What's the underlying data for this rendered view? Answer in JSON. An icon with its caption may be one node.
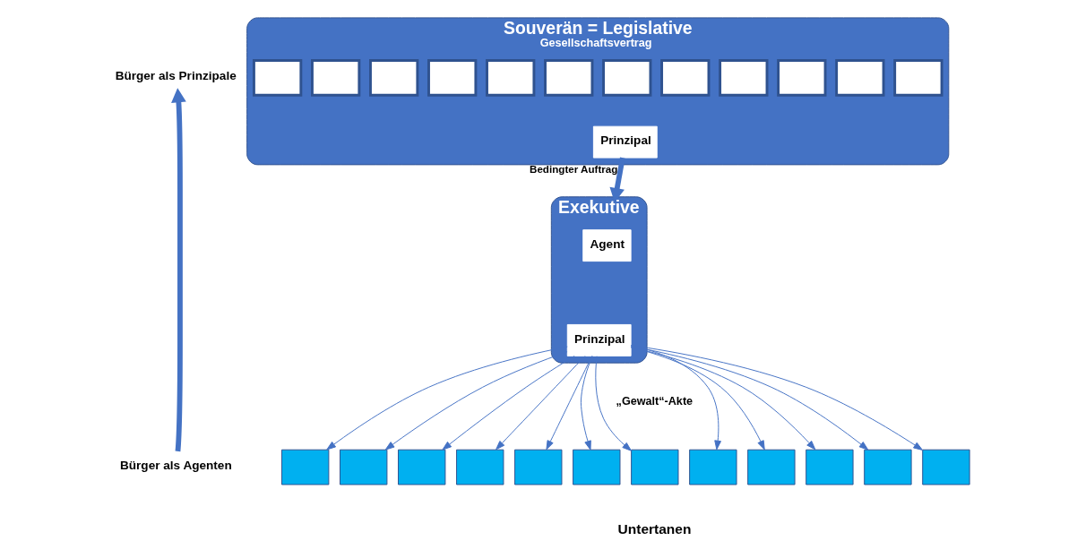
{
  "diagram": {
    "nodes": [
      {
        "text": [
          "Souverän = Legislative",
          "Gesellschaftsvertrag"
        ]
      },
      {
        "text": [],
        "shape": "box",
        "in": 0
      },
      {
        "text": [],
        "shape": "box",
        "in": 0
      },
      {
        "text": [],
        "shape": "box",
        "in": 0
      },
      {
        "text": [],
        "shape": "box",
        "in": 0
      },
      {
        "text": [],
        "shape": "box",
        "in": 0
      },
      {
        "text": [],
        "shape": "box",
        "in": 0
      },
      {
        "text": [],
        "shape": "box",
        "in": 0
      },
      {
        "text": [],
        "shape": "box",
        "in": 0
      },
      {
        "text": [],
        "shape": "box",
        "in": 0
      },
      {
        "text": [],
        "shape": "box",
        "in": 0
      },
      {
        "text": [],
        "shape": "box",
        "in": 0
      },
      {
        "text": [],
        "shape": "box",
        "in": 0
      },
      {
        "text": [
          "Prinzipal"
        ],
        "in": 0
      },
      {
        "text": [
          "Exekutive"
        ]
      },
      {
        "text": [
          "Agent"
        ],
        "in": 14
      },
      {
        "text": [
          "Prinzipal"
        ],
        "in": 14
      },
      {
        "text": [],
        "shape": "box"
      },
      {
        "text": [],
        "shape": "box"
      },
      {
        "text": [],
        "shape": "box"
      },
      {
        "text": [],
        "shape": "box"
      },
      {
        "text": [],
        "shape": "box"
      },
      {
        "text": [],
        "shape": "box"
      },
      {
        "text": [],
        "shape": "box"
      },
      {
        "text": [],
        "shape": "box"
      },
      {
        "text": [],
        "shape": "box"
      },
      {
        "text": [],
        "shape": "box"
      },
      {
        "text": [],
        "shape": "box"
      },
      {
        "text": [],
        "shape": "box"
      },
      {
        "text": [
          "Bürger als Prinzipale"
        ]
      },
      {
        "text": [
          "Bürger als Agenten"
        ]
      }
    ],
    "edges": [
      {
        "from": 13,
        "to": 14,
        "arrow": "to",
        "label": "Bedingter Auftrag",
        "style": "thick"
      },
      {
        "from": 16,
        "to": 17,
        "arrow": "to"
      },
      {
        "from": 16,
        "to": 18,
        "arrow": "to"
      },
      {
        "from": 16,
        "to": 19,
        "arrow": "to"
      },
      {
        "from": 16,
        "to": 20,
        "arrow": "to"
      },
      {
        "from": 16,
        "to": 21,
        "arrow": "to"
      },
      {
        "from": 16,
        "to": 22,
        "arrow": "to"
      },
      {
        "from": 16,
        "to": 23,
        "arrow": "to"
      },
      {
        "from": 16,
        "to": 24,
        "arrow": "to"
      },
      {
        "from": 16,
        "to": 25,
        "arrow": "to"
      },
      {
        "from": 16,
        "to": 26,
        "arrow": "to"
      },
      {
        "from": 16,
        "to": 27,
        "arrow": "to"
      },
      {
        "from": 16,
        "to": 28,
        "arrow": "to"
      },
      {
        "from": 30,
        "to": 29,
        "arrow": "to",
        "style": "thick"
      }
    ],
    "labels": [
      "„Gewalt“-Akte",
      "Untertanen"
    ]
  }
}
